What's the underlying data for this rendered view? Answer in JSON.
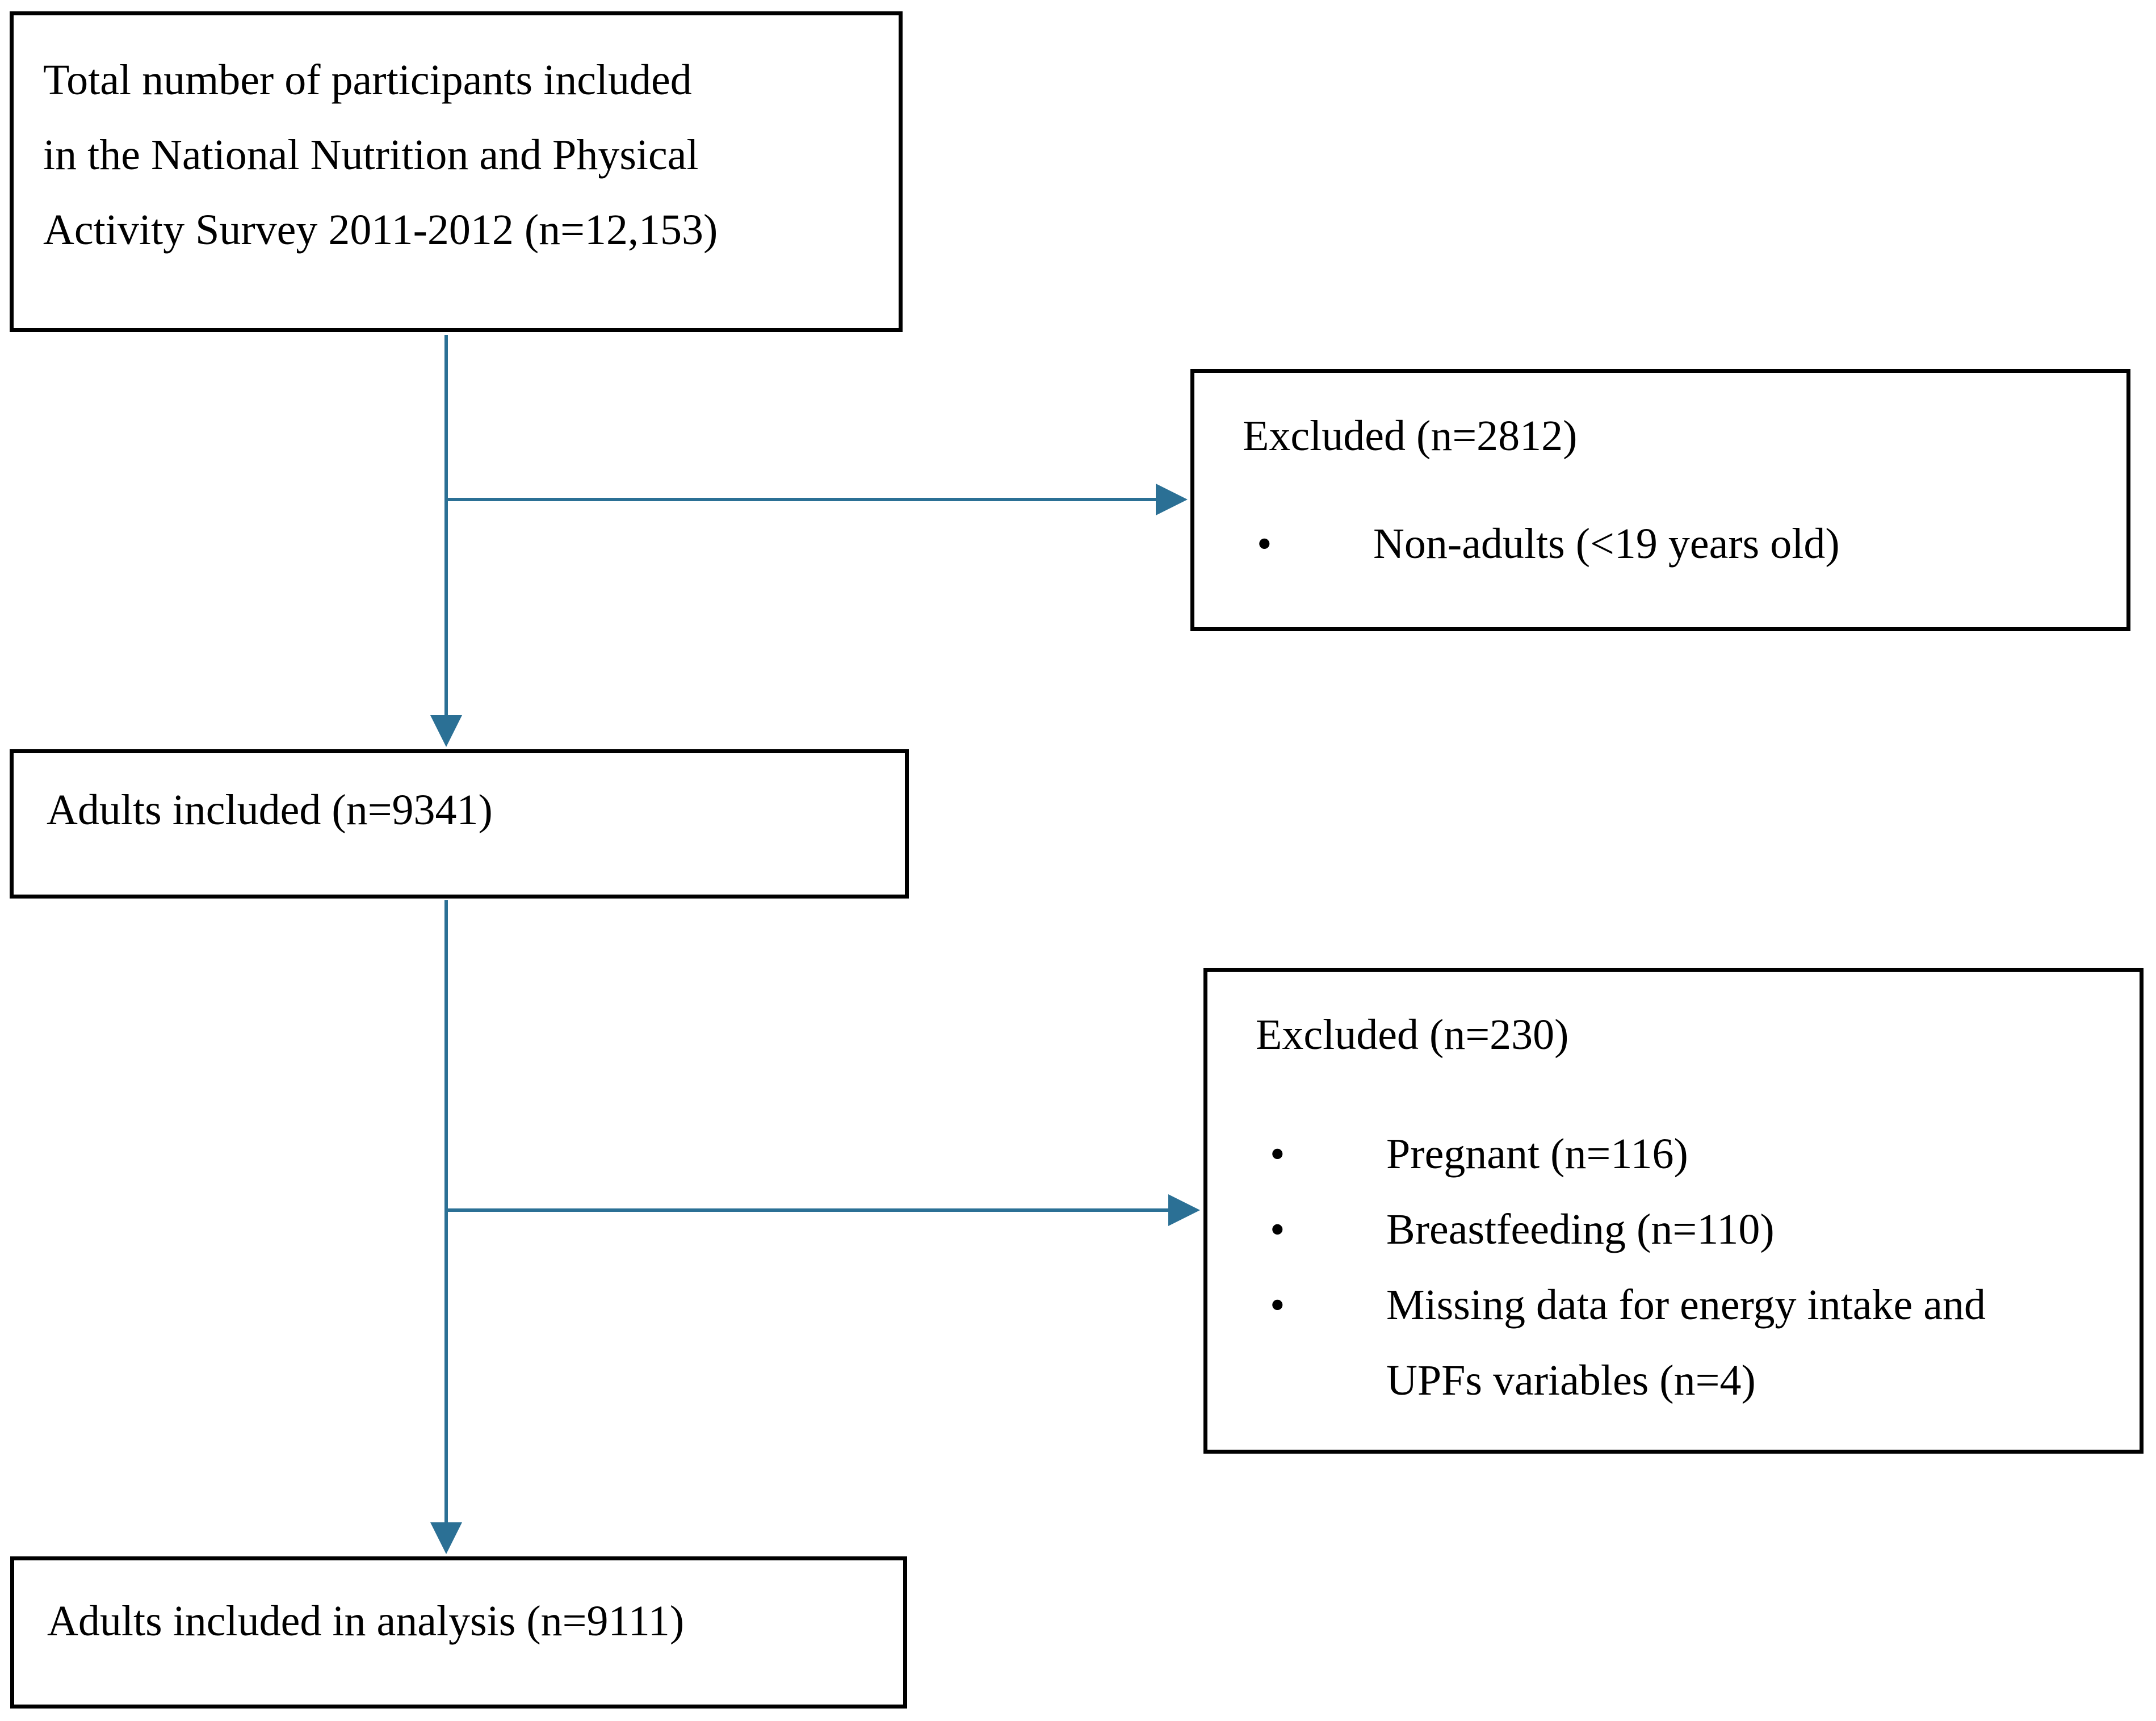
{
  "colors": {
    "arrow": "#2b7095",
    "box_border": "#000000",
    "box_background": "#ffffff",
    "text": "#000000"
  },
  "flow": {
    "bullet_glyph": "•",
    "box_total": {
      "lines": [
        "Total number of participants included",
        "in the National Nutrition and Physical",
        "Activity Survey 2011-2012 (n=12,153)"
      ]
    },
    "box_excluded1": {
      "title": "Excluded (n=2812)",
      "bullets": [
        {
          "lines": [
            "Non-adults (<19 years old)"
          ]
        }
      ]
    },
    "box_adults": {
      "label": "Adults included (n=9341)"
    },
    "box_excluded2": {
      "title": "Excluded (n=230)",
      "bullets": [
        {
          "lines": [
            "Pregnant (n=116)"
          ]
        },
        {
          "lines": [
            "Breastfeeding (n=110)"
          ]
        },
        {
          "lines": [
            "Missing data for energy intake and",
            "UPFs variables (n=4)"
          ]
        }
      ]
    },
    "box_final": {
      "label": "Adults included in analysis (n=9111)"
    }
  }
}
